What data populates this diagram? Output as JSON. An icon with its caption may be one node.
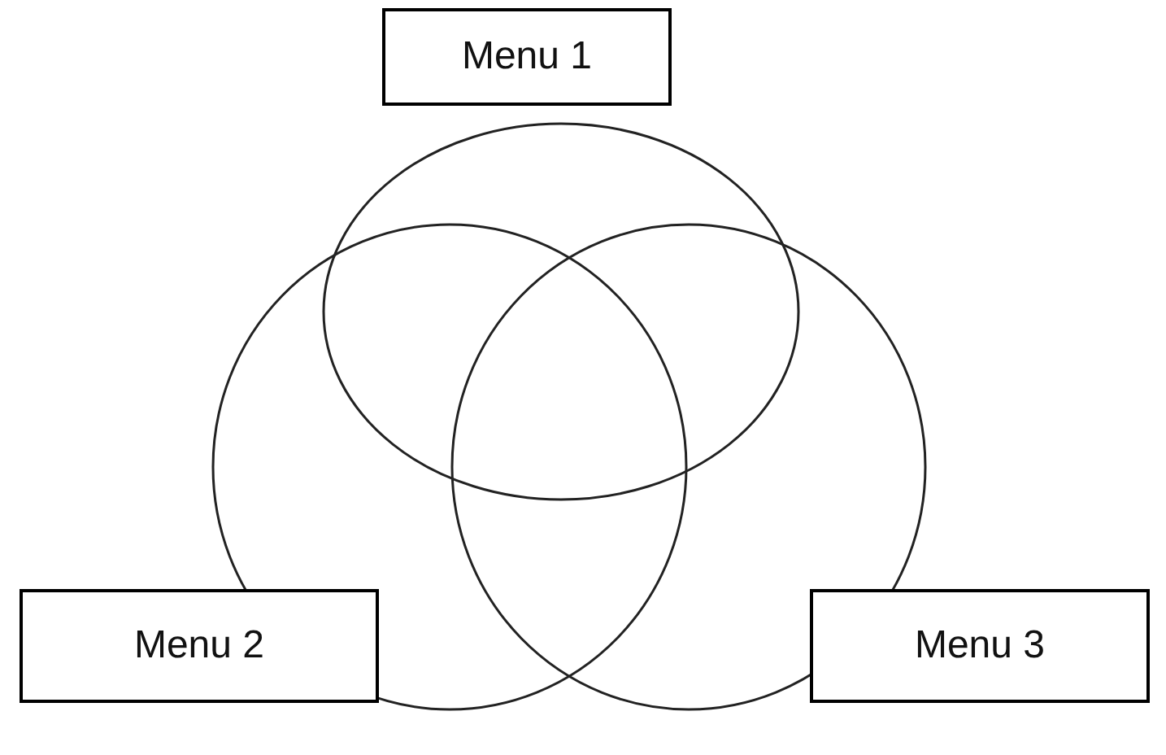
{
  "diagram": {
    "nodes": [
      {
        "text": [
          "Menu 1"
        ]
      },
      {
        "text": [],
        "shape": "circle"
      },
      {
        "text": [],
        "shape": "circle"
      },
      {
        "text": [],
        "shape": "circle"
      },
      {
        "text": [
          "Menu 2"
        ]
      },
      {
        "text": [
          "Menu 3"
        ]
      }
    ]
  }
}
